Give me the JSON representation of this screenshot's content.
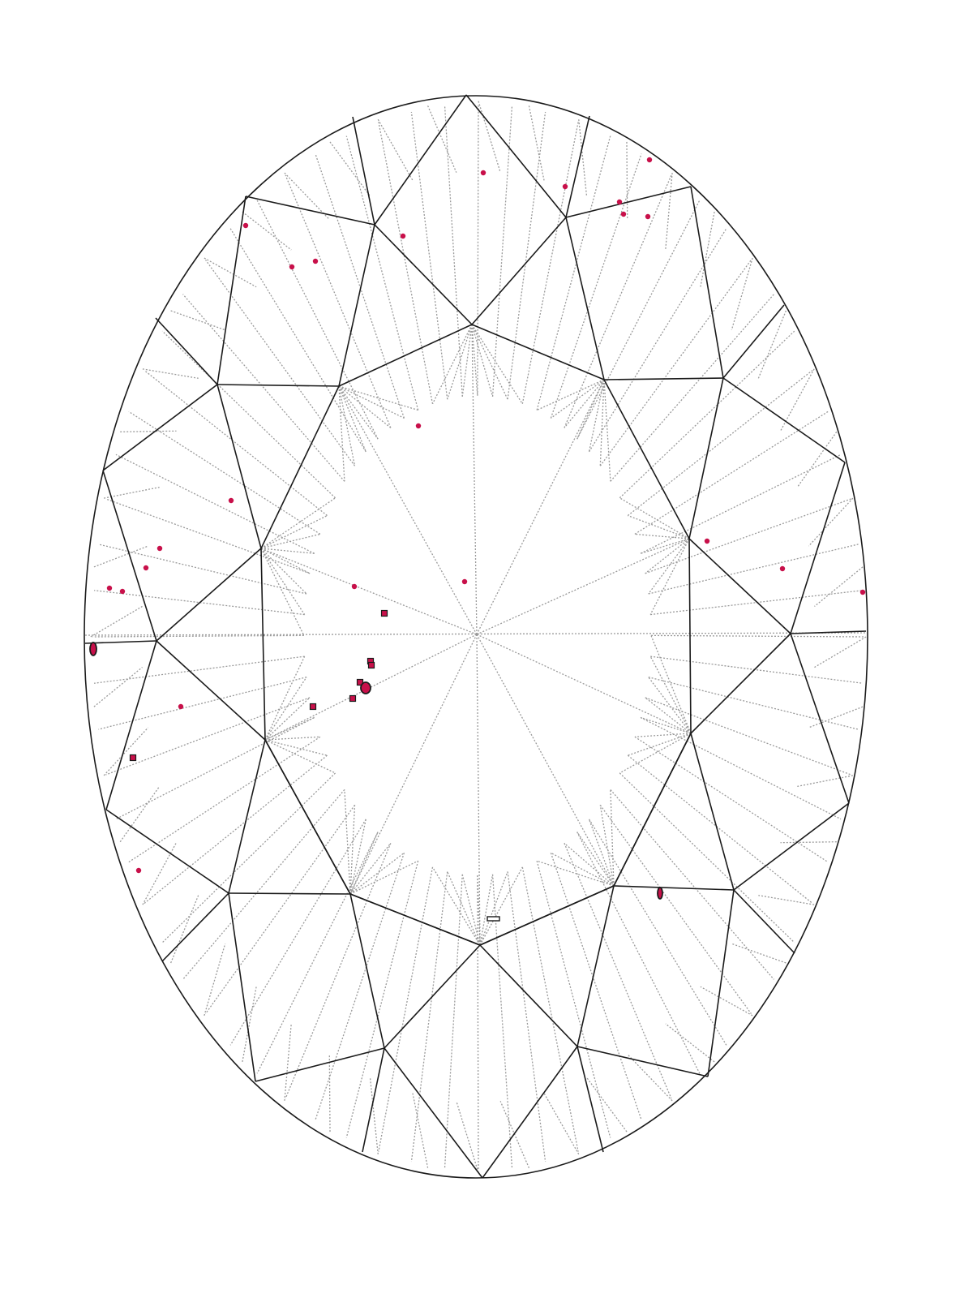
{
  "diagram": {
    "type": "gemstone-clarity-plot",
    "shape": "oval brilliant",
    "colors": {
      "background": "#ffffff",
      "facet_outline": "#1a1a1a",
      "pavilion_lines": "#9a9a9a",
      "marker_fill": "#c8104a",
      "marker_outline": "#1a1a1a"
    },
    "markers": {
      "pinpoints": 23,
      "crystals": 8,
      "feathers": 3,
      "cloud": 1
    }
  }
}
